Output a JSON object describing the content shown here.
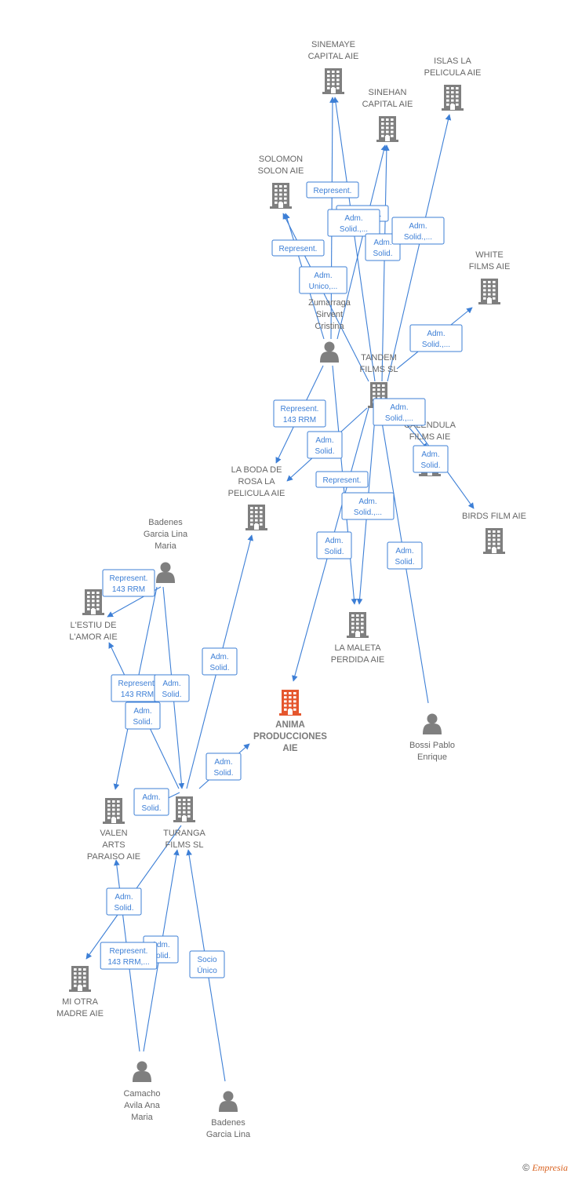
{
  "colors": {
    "edge": "#3d7fd6",
    "company": "#7f7f7f",
    "highlight": "#e5562d",
    "person": "#7f7f7f",
    "label": "#666666"
  },
  "nodes": [
    {
      "id": "sinemaye",
      "kind": "company",
      "lines": [
        "SINEMAYE",
        "CAPITAL AIE"
      ]
    },
    {
      "id": "islas",
      "kind": "company",
      "lines": [
        "ISLAS LA",
        "PELICULA AIE"
      ]
    },
    {
      "id": "sinehan",
      "kind": "company",
      "lines": [
        "SINEHAN",
        "CAPITAL AIE"
      ]
    },
    {
      "id": "solomon",
      "kind": "company",
      "lines": [
        "SOLOMON",
        "SOLON AIE"
      ]
    },
    {
      "id": "white",
      "kind": "company",
      "lines": [
        "WHITE",
        "FILMS AIE"
      ]
    },
    {
      "id": "zumarraga",
      "kind": "person",
      "lines": [
        "Zumarraga",
        "Sirvent",
        "Cristina"
      ]
    },
    {
      "id": "tandem",
      "kind": "company",
      "lines": [
        "TANDEM",
        "FILMS  SL"
      ]
    },
    {
      "id": "calendula",
      "kind": "company",
      "lines": [
        "CALENDULA",
        "FILMS  AIE"
      ]
    },
    {
      "id": "boda",
      "kind": "company",
      "lines": [
        "LA BODA DE",
        "ROSA LA",
        "PELICULA  AIE"
      ]
    },
    {
      "id": "birds",
      "kind": "company",
      "lines": [
        "BIRDS FILM  AIE"
      ]
    },
    {
      "id": "badenes_m",
      "kind": "person",
      "lines": [
        "Badenes",
        "Garcia Lina",
        "Maria"
      ]
    },
    {
      "id": "estiu",
      "kind": "company",
      "lines": [
        "L'ESTIU DE",
        "L'AMOR  AIE"
      ]
    },
    {
      "id": "maleta",
      "kind": "company",
      "lines": [
        "LA MALETA",
        "PERDIDA AIE"
      ]
    },
    {
      "id": "anima",
      "kind": "main",
      "lines": [
        "ANIMA",
        "PRODUCCIONES",
        "AIE"
      ]
    },
    {
      "id": "bossi",
      "kind": "person",
      "lines": [
        "Bossi Pablo",
        "Enrique"
      ]
    },
    {
      "id": "valen",
      "kind": "company",
      "lines": [
        "VALEN",
        "ARTS",
        "PARAISO AIE"
      ]
    },
    {
      "id": "turanga",
      "kind": "company",
      "lines": [
        "TURANGA",
        "FILMS SL"
      ]
    },
    {
      "id": "miotra",
      "kind": "company",
      "lines": [
        "MI OTRA",
        "MADRE AIE"
      ]
    },
    {
      "id": "camacho",
      "kind": "person",
      "lines": [
        "Camacho",
        "Avila Ana",
        "Maria"
      ]
    },
    {
      "id": "badenes_l",
      "kind": "person",
      "lines": [
        "Badenes",
        "Garcia Lina"
      ]
    }
  ],
  "edges": [
    {
      "from": "zumarraga",
      "to": "sinemaye",
      "lines": [
        "Represent."
      ]
    },
    {
      "from": "zumarraga",
      "to": "solomon",
      "lines": [
        "Represent."
      ]
    },
    {
      "from": "zumarraga",
      "to": "sinehan",
      "lines": [
        "Represent."
      ]
    },
    {
      "from": "zumarraga",
      "to": "boda",
      "lines": [
        "Represent.",
        "143 RRM"
      ]
    },
    {
      "from": "zumarraga",
      "to": "maleta",
      "lines": [
        "Represent."
      ]
    },
    {
      "from": "tandem",
      "to": "sinemaye",
      "lines": [
        "Adm.",
        "Solid.,..."
      ]
    },
    {
      "from": "tandem",
      "to": "solomon",
      "lines": [
        "Adm.",
        "Unico,..."
      ]
    },
    {
      "from": "tandem",
      "to": "sinehan",
      "lines": [
        "Adm.",
        "Solid."
      ]
    },
    {
      "from": "tandem",
      "to": "islas",
      "lines": [
        "Adm.",
        "Solid.,..."
      ]
    },
    {
      "from": "tandem",
      "to": "white",
      "lines": [
        "Adm.",
        "Solid.,..."
      ]
    },
    {
      "from": "tandem",
      "to": "calendula",
      "lines": [
        "Adm.",
        "Solid.,..."
      ]
    },
    {
      "from": "tandem",
      "to": "birds",
      "lines": [
        "Adm.",
        "Solid."
      ]
    },
    {
      "from": "tandem",
      "to": "boda",
      "lines": [
        "Adm.",
        "Solid."
      ]
    },
    {
      "from": "tandem",
      "to": "maleta",
      "lines": [
        "Adm.",
        "Solid.,..."
      ]
    },
    {
      "from": "tandem",
      "to": "anima",
      "lines": [
        "Adm.",
        "Solid."
      ]
    },
    {
      "from": "badenes_m",
      "to": "estiu",
      "lines": [
        "Represent.",
        "143 RRM"
      ]
    },
    {
      "from": "badenes_m",
      "to": "valen",
      "lines": [
        "Represent.",
        "143 RRM"
      ]
    },
    {
      "from": "badenes_m",
      "to": "turanga",
      "lines": [
        "Adm.",
        "Solid."
      ]
    },
    {
      "from": "turanga",
      "to": "boda",
      "lines": [
        "Adm.",
        "Solid."
      ]
    },
    {
      "from": "turanga",
      "to": "anima",
      "lines": [
        "Adm.",
        "Solid."
      ]
    },
    {
      "from": "turanga",
      "to": "estiu",
      "lines": [
        "Adm.",
        "Solid."
      ]
    },
    {
      "from": "turanga",
      "to": "valen",
      "lines": [
        "Adm.",
        "Solid."
      ]
    },
    {
      "from": "turanga",
      "to": "miotra",
      "lines": [
        "Adm.",
        "Solid."
      ]
    },
    {
      "from": "camacho",
      "to": "turanga",
      "lines": [
        "Adm.",
        "Solid."
      ]
    },
    {
      "from": "camacho",
      "to": "miotra",
      "lines": [
        "Represent.",
        "143 RRM,..."
      ]
    },
    {
      "from": "badenes_l",
      "to": "turanga",
      "lines": [
        "Socio",
        "Único"
      ]
    },
    {
      "from": "bossi",
      "to": "tandem",
      "lines": [
        "Adm.",
        "Solid."
      ]
    }
  ],
  "footer": {
    "copyright": "©",
    "brand": "Empresia"
  }
}
